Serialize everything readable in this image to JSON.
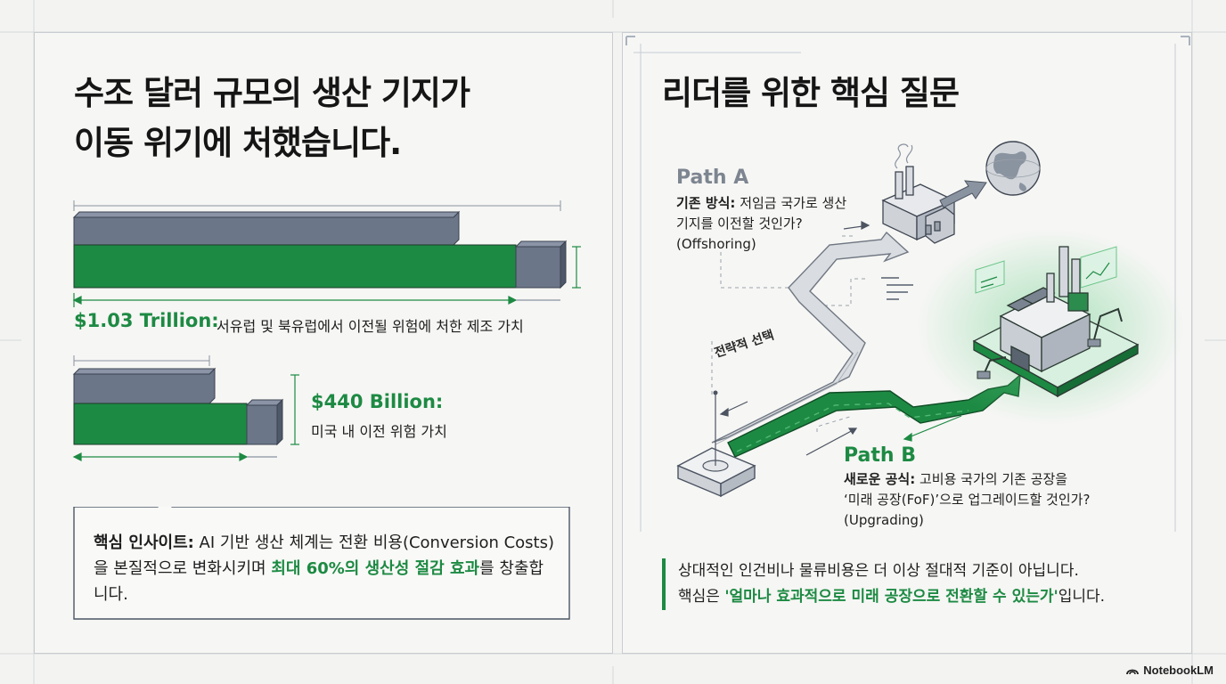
{
  "left": {
    "title_line1": "수조 달러 규모의 생산 기지가",
    "title_line2": "이동 위기에 처했습니다.",
    "stat1": {
      "value": "$1.03 Trillion:",
      "description": "서유럽 및 북유럽에서 이전될 위험에 처한 제조 가치"
    },
    "stat2": {
      "value": "$440 Billion:",
      "description": "미국 내 이전 위험 가치"
    },
    "insight": {
      "label": "핵심 인사이트:",
      "text_before": " AI 기반 생산 체계는 전환 비용(Conversion Costs)을 본질적으로 변화시키며 ",
      "highlight": "최대 60%의 생산성 절감 효과",
      "text_after": "를 창출합니다."
    }
  },
  "right": {
    "title": "리더를 위한 핵심 질문",
    "strategy_label": "전략적 선택",
    "path_a": {
      "title": "Path A",
      "label": "기존 방식:",
      "line1_rest": " 저임금 국가로 생산",
      "line2": "기지를 이전할 것인가?",
      "line3": "(Offshoring)"
    },
    "path_b": {
      "title": "Path B",
      "label": "새로운 공식:",
      "line1_rest": " 고비용 국가의 기존 공장을",
      "line2": "‘미래 공장(FoF)’으로 업그레이드할 것인가?",
      "line3": "(Upgrading)"
    },
    "conclusion": {
      "line1": "상대적인 인건비나 물류비용은 더 이상 절대적 기준이 아닙니다.",
      "line2_before": "핵심은 ",
      "line2_highlight": "'얼마나 효과적으로 미래 공장으로 전환할 수 있는가'",
      "line2_after": "입니다."
    }
  },
  "brand": "NotebookLM",
  "colors": {
    "green": "#1d8a43",
    "slate": "#6b7689",
    "gray_text": "#7d8590"
  },
  "icons": [
    "globe-icon",
    "factory-icon",
    "smart-factory-icon",
    "notebooklm-logo-icon"
  ]
}
